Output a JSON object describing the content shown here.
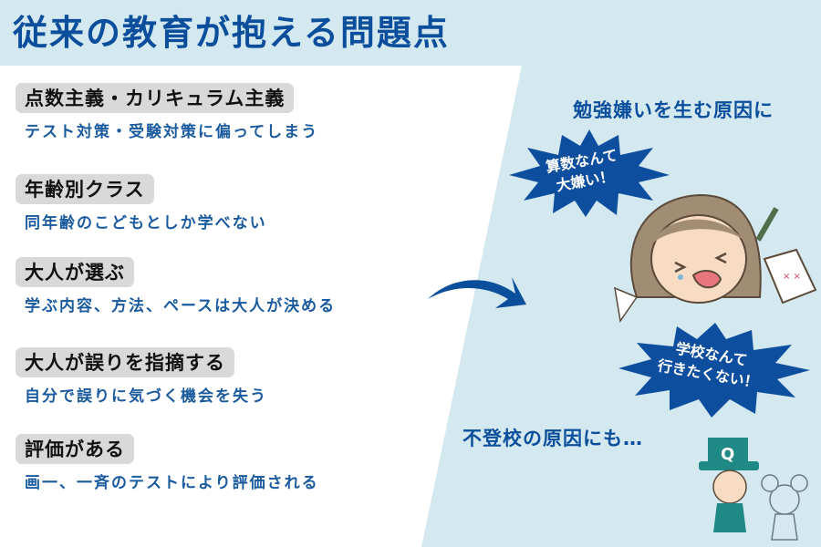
{
  "title": "従来の教育が抱える問題点",
  "colors": {
    "background": "#d4e8ef",
    "panel": "#ffffff",
    "accent_blue": "#0b4e9c",
    "desc_blue": "#1a5a9e",
    "label_bg": "#d9d9d9"
  },
  "problems": [
    {
      "heading": "点数主義・カリキュラム主義",
      "description": "テスト対策・受験対策に偏ってしまう"
    },
    {
      "heading": "年齢別クラス",
      "description": "同年齢のこどもとしか学べない"
    },
    {
      "heading": "大人が選ぶ",
      "description": "学ぶ内容、方法、ペースは大人が決める"
    },
    {
      "heading": "大人が誤りを指摘する",
      "description": "自分で誤りに気づく機会を失う"
    },
    {
      "heading": "評価がある",
      "description": "画一、一斉のテストにより評価される"
    }
  ],
  "results": {
    "dislike_study": "勉強嫌いを生む原因に",
    "burst1": "算数なんて\n大嫌い！",
    "burst2": "学校なんて\n行きたくない！",
    "school_refusal": "不登校の原因にも…"
  },
  "icons": {
    "arrow": "curved-arrow-icon",
    "crying_girl": "crying-girl-illustration",
    "mascots": "mascot-boy-mouse-illustration"
  }
}
